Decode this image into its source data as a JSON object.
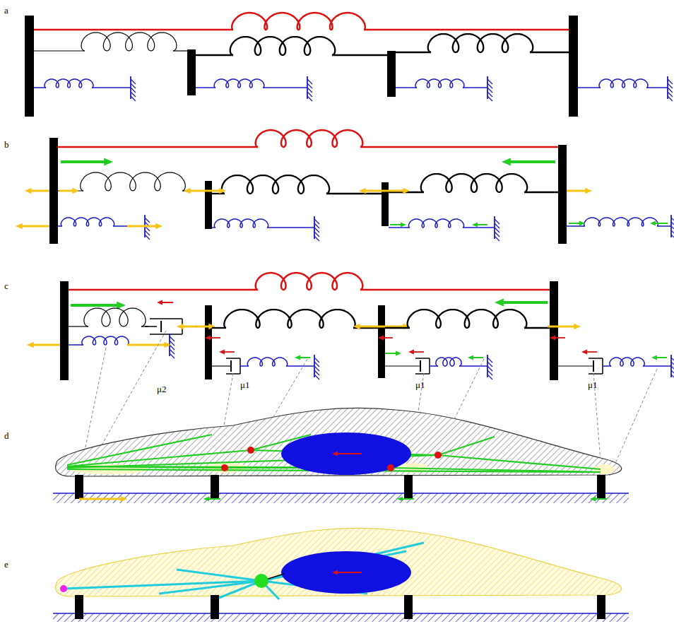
{
  "diagram": {
    "labels": [
      "a",
      "b",
      "c",
      "d",
      "e",
      "μ2",
      "μ1",
      "μ1",
      "μ1"
    ]
  }
}
